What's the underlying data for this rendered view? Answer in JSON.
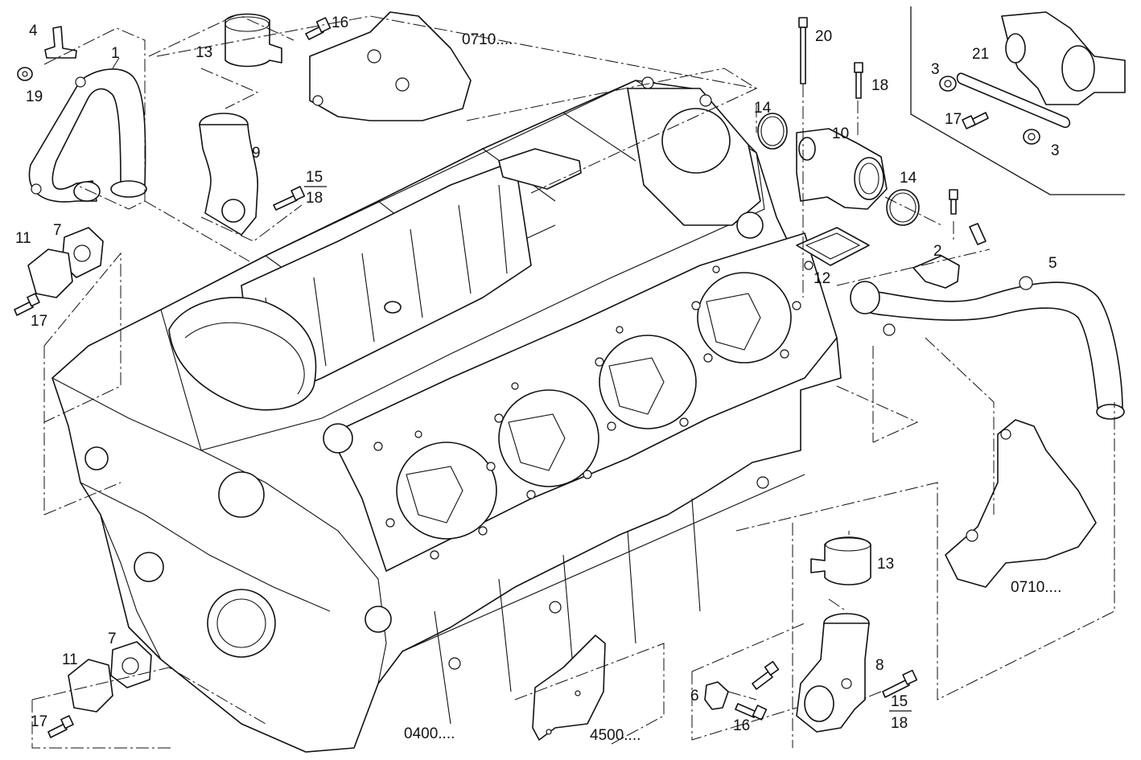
{
  "labels": {
    "l1": "1",
    "l2": "2",
    "l3a": "3",
    "l3b": "3",
    "l4": "4",
    "l5": "5",
    "l6": "6",
    "l7a": "7",
    "l7b": "7",
    "l8": "8",
    "l9": "9",
    "l10": "10",
    "l11a": "11",
    "l11b": "11",
    "l12": "12",
    "l13a": "13",
    "l13b": "13",
    "l14a": "14",
    "l14b": "14",
    "l16a": "16",
    "l16b": "16",
    "l17a": "17",
    "l17b": "17",
    "l17c": "17",
    "l18": "18",
    "l19": "19",
    "l20": "20",
    "l21": "21",
    "f1_num": "15",
    "f1_den": "18",
    "f2_num": "15",
    "f2_den": "18",
    "ref_0710_top": "0710....",
    "ref_0710_right": "0710....",
    "ref_0400": "0400....",
    "ref_4500": "4500...."
  }
}
